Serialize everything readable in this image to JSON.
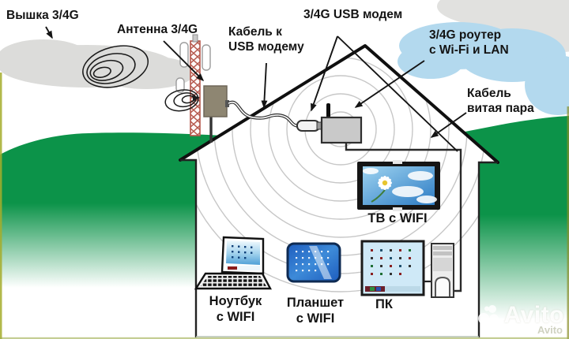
{
  "diagram": {
    "title_context": "3/4G internet setup scheme for a house",
    "labels": {
      "tower": "Вышка 3/4G",
      "antenna": "Антенна 3/4G",
      "cable_usb_line1": "Кабель к",
      "cable_usb_line2": "USB модему",
      "usb_modem": "3/4G USB модем",
      "router_line1": "3/4G роутер",
      "router_line2": "с Wi-Fi и LAN",
      "cable_tp_line1": "Кабель",
      "cable_tp_line2": "витая пара",
      "tv": "ТВ с WIFI",
      "laptop_line1": "Ноутбук",
      "laptop_line2": "с WIFI",
      "tablet_line1": "Планшет",
      "tablet_line2": "с WIFI",
      "pc": "ПК"
    },
    "watermark": {
      "brand": "Avito",
      "brand_small": "Avito"
    },
    "colors": {
      "hill_green": "#0c9349",
      "cloud_blue": "#b3d9ee",
      "cloud_gray": "#dcdcda",
      "tower_red": "#b5584c",
      "router_gray": "#c9c9c9",
      "antenna_brown": "#8e8672",
      "device_blue": "#2468c8",
      "screen_light_blue": "#cfe9f7",
      "line_black": "#161616"
    }
  }
}
